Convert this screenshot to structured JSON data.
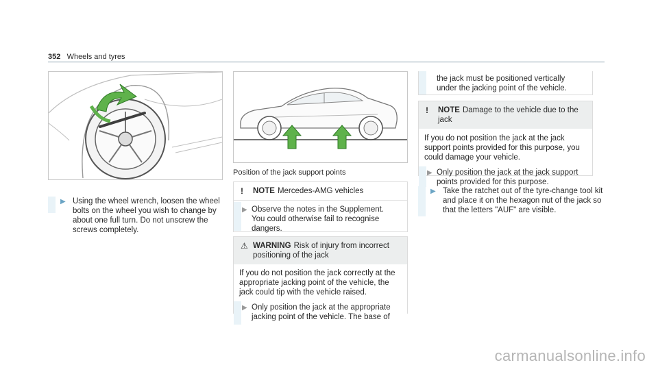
{
  "header": {
    "page_number": "352",
    "section": "Wheels and tyres"
  },
  "col1": {
    "step": "Using the wheel wrench, loosen the wheel bolts on the wheel you wish to change by about one full turn. Do not unscrew the screws completely."
  },
  "col2": {
    "caption": "Position of the jack support points",
    "note": {
      "symbol": "!",
      "keyword": "NOTE",
      "title": "Mercedes-AMG vehicles",
      "step": "Observe the notes in the Supplement. You could otherwise fail to recognise dangers."
    },
    "warning": {
      "symbol": "⚠",
      "keyword": "WARNING",
      "title": "Risk of injury from incorrect positioning of the jack",
      "body": "If you do not position the jack correctly at the appropriate jacking point of the vehicle, the jack could tip with the vehicle raised.",
      "step": "Only position the jack at the appropriate jacking point of the vehicle. The base of"
    }
  },
  "col3": {
    "continuation": "the jack must be positioned vertically under the jacking point of the vehicle.",
    "note": {
      "symbol": "!",
      "keyword": "NOTE",
      "title": "Damage to the vehicle due to the jack",
      "body": "If you do not position the jack at the jack support points provided for this purpose, you could damage your vehicle.",
      "step": "Only position the jack at the jack support points provided for this purpose."
    },
    "step": "Take the ratchet out of the tyre-change tool kit and place it on the hexagon nut of the jack so that the letters \"AUF\" are visible."
  },
  "icons": {
    "step_marker": "▶"
  },
  "colors": {
    "accent": "#6aa4c4",
    "arrow_green": "#5fb24b",
    "note_bg": "#eceeee"
  },
  "watermark": "carmanualsonline.info"
}
